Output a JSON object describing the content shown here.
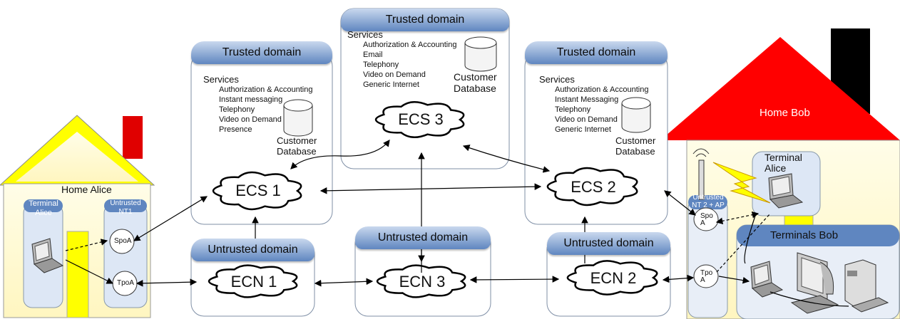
{
  "ecs1": {
    "header": "Trusted domain",
    "services_title": "Services",
    "services": [
      "Authorization & Accounting",
      "Instant messaging",
      "Telephony",
      "Video on Demand",
      "Presence"
    ],
    "db_label": "Customer\nDatabase",
    "cloud": "ECS 1"
  },
  "ecs3": {
    "header": "Trusted domain",
    "services_title": "Services",
    "services": [
      "Authorization & Accounting",
      "Email",
      "Telephony",
      "Video on Demand",
      "Generic Internet"
    ],
    "db_label": "Customer\nDatabase",
    "cloud": "ECS 3"
  },
  "ecs2": {
    "header": "Trusted domain",
    "services_title": "Services",
    "services": [
      "Authorization & Accounting",
      "Instant Messaging",
      "Telephony",
      "Video on Demand",
      "Generic Internet"
    ],
    "db_label": "Customer\nDatabase",
    "cloud": "ECS 2"
  },
  "ecn1": {
    "header": "Untrusted domain",
    "cloud": "ECN 1"
  },
  "ecn3": {
    "header": "Untrusted domain",
    "cloud": "ECN 3"
  },
  "ecn2": {
    "header": "Untrusted domain",
    "cloud": "ECN 2"
  },
  "alice": {
    "home": "Home Alice",
    "terminal": "Terminal\nAlice",
    "nt": "Untrusted\nNT1",
    "spoa": "SpoA",
    "tpoa": "TpoA"
  },
  "bob": {
    "home": "Home Bob",
    "terminal_alice": "Terminal\nAlice",
    "terminals_bob": "Terminals  Bob",
    "nt": "Untrusted\nNT 2 + AP",
    "spo": "Spo\nA",
    "tpo": "Tpo\nA"
  },
  "colors": {
    "header_top": "#c9d8ee",
    "header_bottom": "#5f86c0",
    "alice_roof": "#ffff00",
    "bob_roof": "#ff0000",
    "chimney_alice": "#e00000",
    "chimney_bob": "#000000",
    "door": "#ffff00",
    "house_wall": "#fffbd8"
  }
}
